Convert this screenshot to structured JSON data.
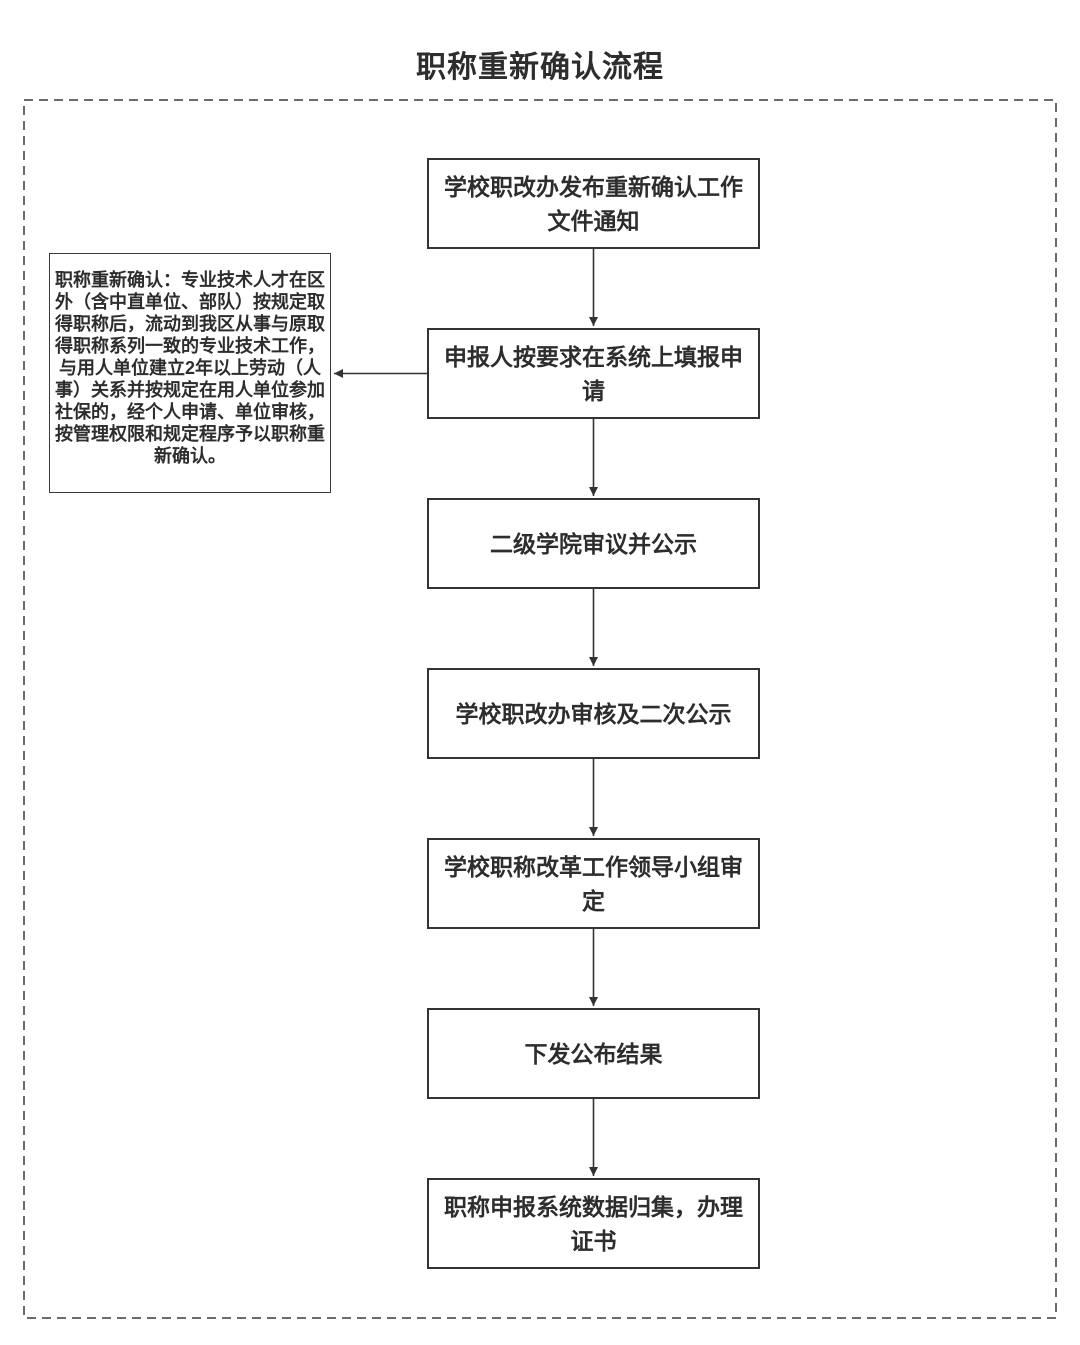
{
  "title": "职称重新确认流程",
  "note": {
    "text": "职称重新确认：专业技术人才在区外（含中直单位、部队）按规定取得职称后，流动到我区从事与原取得职称系列一致的专业技术工作，与用人单位建立2年以上劳动（人事）关系并按规定在用人单位参加社保的，经个人申请、单位审核，按管理权限和规定程序予以职称重新确认。"
  },
  "flow": {
    "steps": [
      {
        "label": "学校职改办发布重新确认工作文件通知"
      },
      {
        "label": "申报人按要求在系统上填报申请"
      },
      {
        "label": "二级学院审议并公示"
      },
      {
        "label": "学校职改办审核及二次公示"
      },
      {
        "label": "学校职称改革工作领导小组审定"
      },
      {
        "label": "下发公布结果"
      },
      {
        "label": "职称申报系统数据归集，办理证书"
      }
    ]
  },
  "colors": {
    "text": "#2d2d2d",
    "line": "#333333",
    "background": "#ffffff"
  }
}
